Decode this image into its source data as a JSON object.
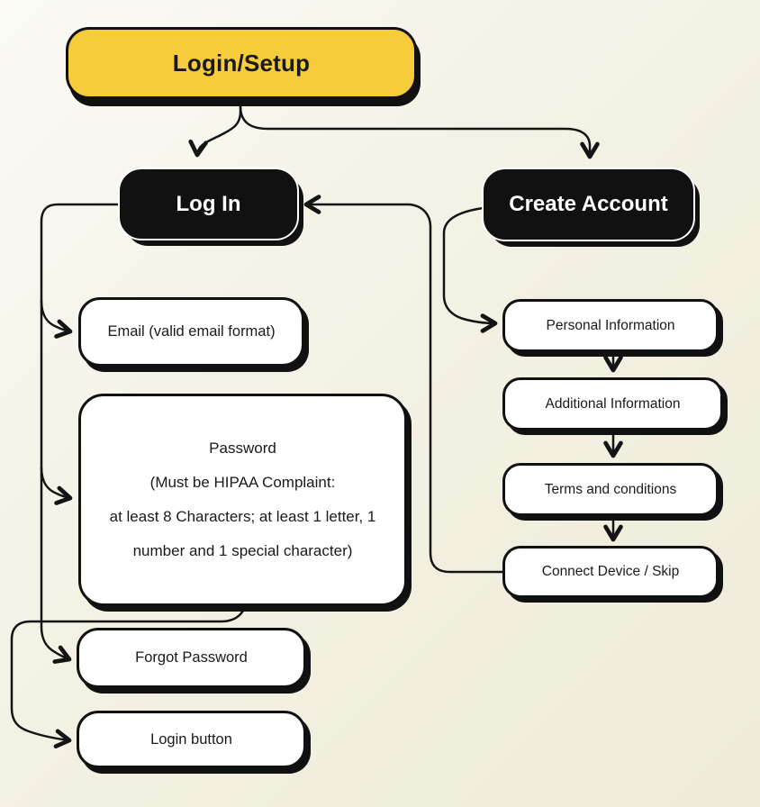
{
  "title": "Login/Setup flow diagram",
  "colors": {
    "bg-from": "#fbfaf5",
    "bg-to": "#eeebd8",
    "yellow": "#f6cc3a",
    "ink": "#111111",
    "paper": "#ffffff",
    "line": "#141414"
  },
  "nodes": {
    "login_setup": {
      "label": "Login/Setup"
    },
    "log_in": {
      "label": "Log In"
    },
    "create_account": {
      "label": "Create Account"
    },
    "email": {
      "label": "Email (valid email format)"
    },
    "password": {
      "lines": [
        "Password",
        "(Must be HIPAA Complaint:",
        "at least 8 Characters; at least 1 letter, 1",
        "number and 1 special character)"
      ]
    },
    "forgot_password": {
      "label": "Forgot Password"
    },
    "login_button": {
      "label": "Login button"
    },
    "personal_information": {
      "label": "Personal Information"
    },
    "additional_information": {
      "label": "Additional Information"
    },
    "terms_and_conditions": {
      "label": "Terms and conditions"
    },
    "connect_device": {
      "label": "Connect Device / Skip"
    }
  },
  "edges": [
    {
      "from": "login_setup",
      "to": "log_in"
    },
    {
      "from": "login_setup",
      "to": "create_account"
    },
    {
      "from": "log_in",
      "to": "email"
    },
    {
      "from": "log_in",
      "to": "password"
    },
    {
      "from": "log_in",
      "to": "forgot_password"
    },
    {
      "from": "password",
      "to": "login_button"
    },
    {
      "from": "connect_device",
      "to": "log_in"
    },
    {
      "from": "create_account",
      "to": "personal_information"
    },
    {
      "from": "personal_information",
      "to": "additional_information"
    },
    {
      "from": "additional_information",
      "to": "terms_and_conditions"
    },
    {
      "from": "terms_and_conditions",
      "to": "connect_device"
    }
  ]
}
